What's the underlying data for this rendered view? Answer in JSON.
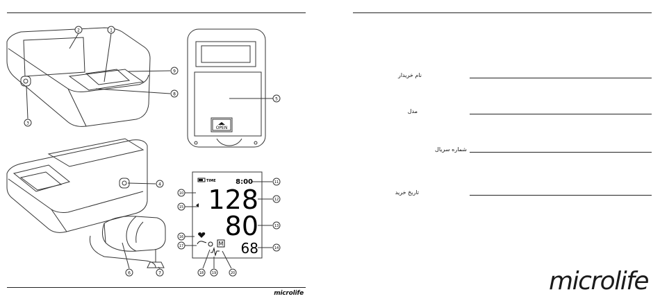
{
  "diagram": {
    "callouts": [
      "1",
      "2",
      "3",
      "4",
      "5",
      "6",
      "7",
      "8",
      "9",
      "10",
      "11",
      "12",
      "13",
      "14",
      "15",
      "16",
      "17",
      "18",
      "19",
      "20"
    ],
    "battery_cover_label": "OPEN",
    "display": {
      "time_label": "TIME",
      "time_value": "8:00",
      "systolic": "128",
      "diastolic": "80",
      "pulse": "68",
      "memory_label": "M"
    }
  },
  "form": {
    "fields": [
      {
        "label": "نام خریدار"
      },
      {
        "label": "مدل"
      },
      {
        "label": "شماره سریال"
      },
      {
        "label": "تاریخ خرید"
      }
    ]
  },
  "brand": {
    "small": "microlife",
    "large": "microlife"
  }
}
